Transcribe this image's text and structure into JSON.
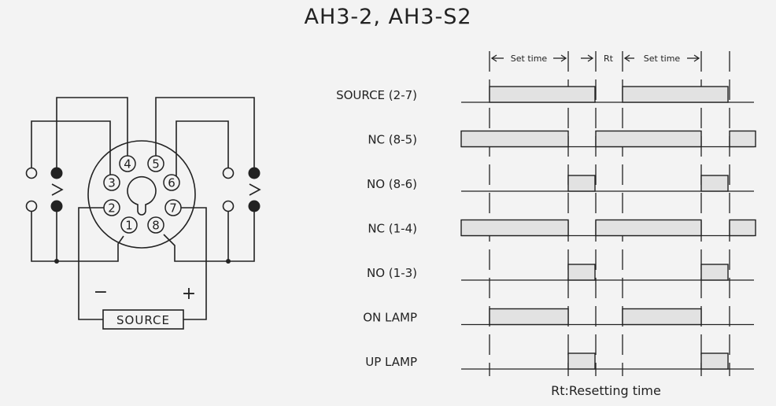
{
  "title": "AH3-2, AH3-S2",
  "wiring": {
    "pins": [
      "1",
      "2",
      "3",
      "4",
      "5",
      "6",
      "7",
      "8"
    ],
    "source_label": "SOURCE",
    "minus_label": "−",
    "plus_label": "+"
  },
  "timing": {
    "header": {
      "set_time_1": "Set time",
      "rt": "Rt",
      "set_time_2": "Set time"
    },
    "rows": [
      {
        "label": "SOURCE (2-7)",
        "segments": [
          [
            622,
            756
          ],
          [
            791,
            925
          ]
        ]
      },
      {
        "label": "NC (8-5)",
        "segments": [
          [
            586,
            722
          ],
          [
            757,
            891
          ],
          [
            927,
            960
          ]
        ]
      },
      {
        "label": "NO (8-6)",
        "segments": [
          [
            722,
            756
          ],
          [
            891,
            925
          ]
        ]
      },
      {
        "label": "NC (1-4)",
        "segments": [
          [
            586,
            722
          ],
          [
            757,
            891
          ],
          [
            927,
            960
          ]
        ]
      },
      {
        "label": "NO (1-3)",
        "segments": [
          [
            722,
            756
          ],
          [
            891,
            925
          ]
        ]
      },
      {
        "label": "ON LAMP",
        "segments": [
          [
            622,
            722
          ],
          [
            791,
            891
          ]
        ]
      },
      {
        "label": "UP LAMP",
        "segments": [
          [
            722,
            756
          ],
          [
            891,
            925
          ]
        ]
      }
    ],
    "footer": "Rt:Resetting time"
  },
  "colors": {
    "line": "#222222",
    "pulse_fill": "#e2e2e2",
    "background": "#f3f3f3"
  }
}
